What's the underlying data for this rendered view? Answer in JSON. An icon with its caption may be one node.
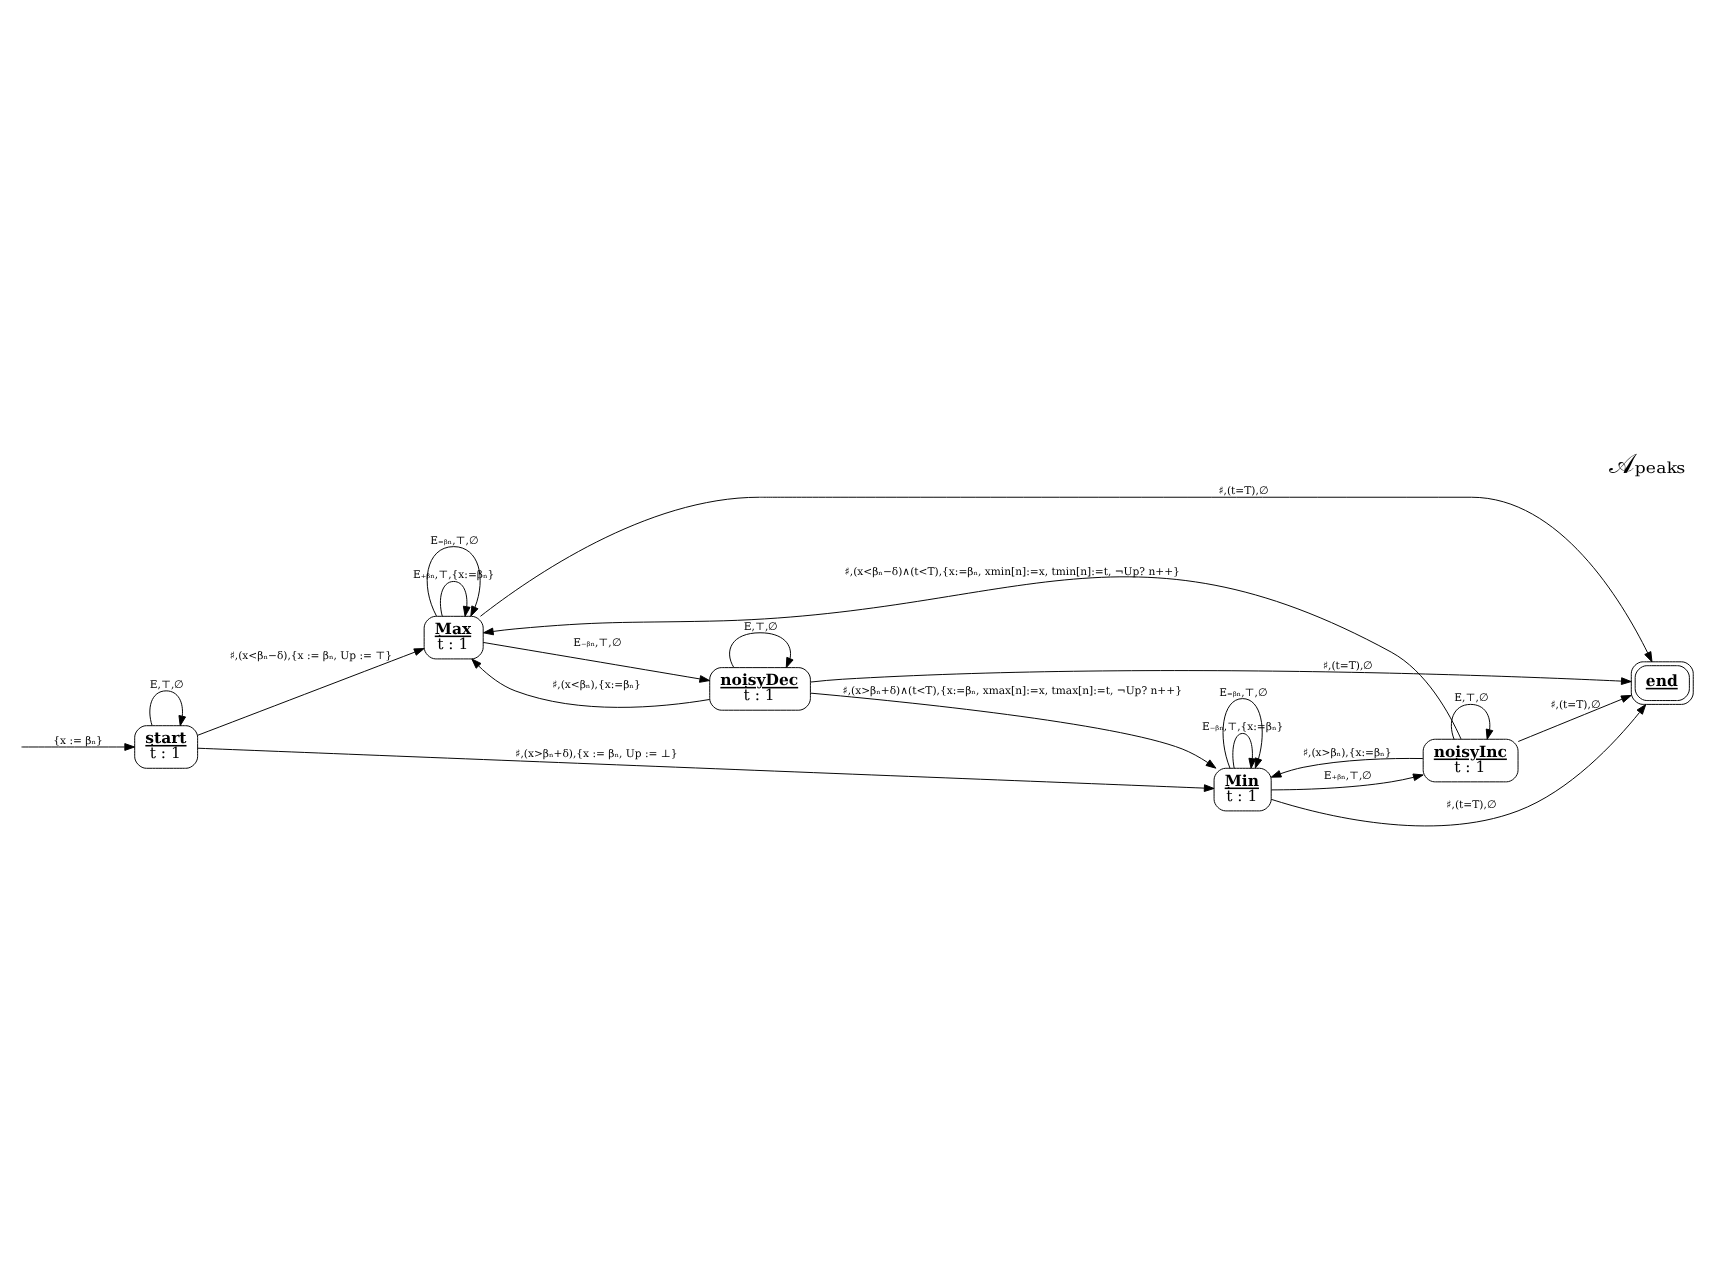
{
  "diagram": {
    "title": "𝒜ₚₑₐₖₛ",
    "nodes": [
      {
        "text": [
          "start",
          "ṫ : 1"
        ]
      },
      {
        "text": [
          "Max",
          "ṫ : 1"
        ]
      },
      {
        "text": [
          "noisyDec",
          "ṫ : 1"
        ]
      },
      {
        "text": [
          "end"
        ]
      },
      {
        "text": [
          "noisyInc",
          "ṫ : 1"
        ]
      },
      {
        "text": [
          "Min",
          "ṫ : 1"
        ]
      }
    ],
    "edges": [
      {
        "from": null,
        "to": 0,
        "arrow": "to",
        "label": "{x := βₙ}"
      },
      {
        "from": 0,
        "to": 0,
        "arrow": "to",
        "label": "E,⊤,∅"
      },
      {
        "from": 0,
        "to": 1,
        "arrow": "to",
        "label": "♯,(x<βₙ−δ),{x := βₙ, Up := ⊤}"
      },
      {
        "from": 0,
        "to": 5,
        "arrow": "to",
        "label": "♯,(x>βₙ+δ),{x := βₙ, Up := ⊥}"
      },
      {
        "from": 1,
        "to": 1,
        "arrow": "to",
        "label": "E₊ᵦₙ,⊤,{x:=βₙ}"
      },
      {
        "from": 1,
        "to": 1,
        "arrow": "to",
        "label": "E₌ᵦₙ,⊤,∅"
      },
      {
        "from": 2,
        "to": 1,
        "arrow": "to",
        "label": "♯,(x<βₙ),{x:=βₙ}"
      },
      {
        "from": 1,
        "to": 2,
        "arrow": "to",
        "label": "E₋ᵦₙ,⊤,∅"
      },
      {
        "from": 1,
        "to": 3,
        "arrow": "to",
        "label": "♯,(t=T),∅"
      },
      {
        "from": 4,
        "to": 1,
        "arrow": "to",
        "label": "♯,(x<βₙ−δ)∧(t<T),{x:=βₙ, xmin[n]:=x, tmin[n]:=t, ¬Up? n++}"
      },
      {
        "from": 2,
        "to": 2,
        "arrow": "to",
        "label": "E,⊤,∅"
      },
      {
        "from": 2,
        "to": 3,
        "arrow": "to",
        "label": "♯,(t=T),∅"
      },
      {
        "from": 4,
        "to": 3,
        "arrow": "to",
        "label": "♯,(t=T),∅"
      },
      {
        "from": 4,
        "to": 4,
        "arrow": "to",
        "label": "E,⊤,∅"
      },
      {
        "from": 2,
        "to": 5,
        "arrow": "to",
        "label": "♯,(x>βₙ+δ)∧(t<T),{x:=βₙ, xmax[n]:=x, tmax[n]:=t, ¬Up? n++}"
      },
      {
        "from": 5,
        "to": 3,
        "arrow": "to",
        "label": "♯,(t=T),∅"
      },
      {
        "from": 5,
        "to": 4,
        "arrow": "to",
        "label": "E₊ᵦₙ,⊤,∅"
      },
      {
        "from": 4,
        "to": 5,
        "arrow": "to",
        "label": "♯,(x>βₙ),{x:=βₙ}"
      },
      {
        "from": 5,
        "to": 5,
        "arrow": "to",
        "label": "E₋ᵦₙ,⊤,{x:=βₙ}"
      },
      {
        "from": 5,
        "to": 5,
        "arrow": "to",
        "label": "E₌ᵦₙ,⊤,∅"
      }
    ]
  }
}
